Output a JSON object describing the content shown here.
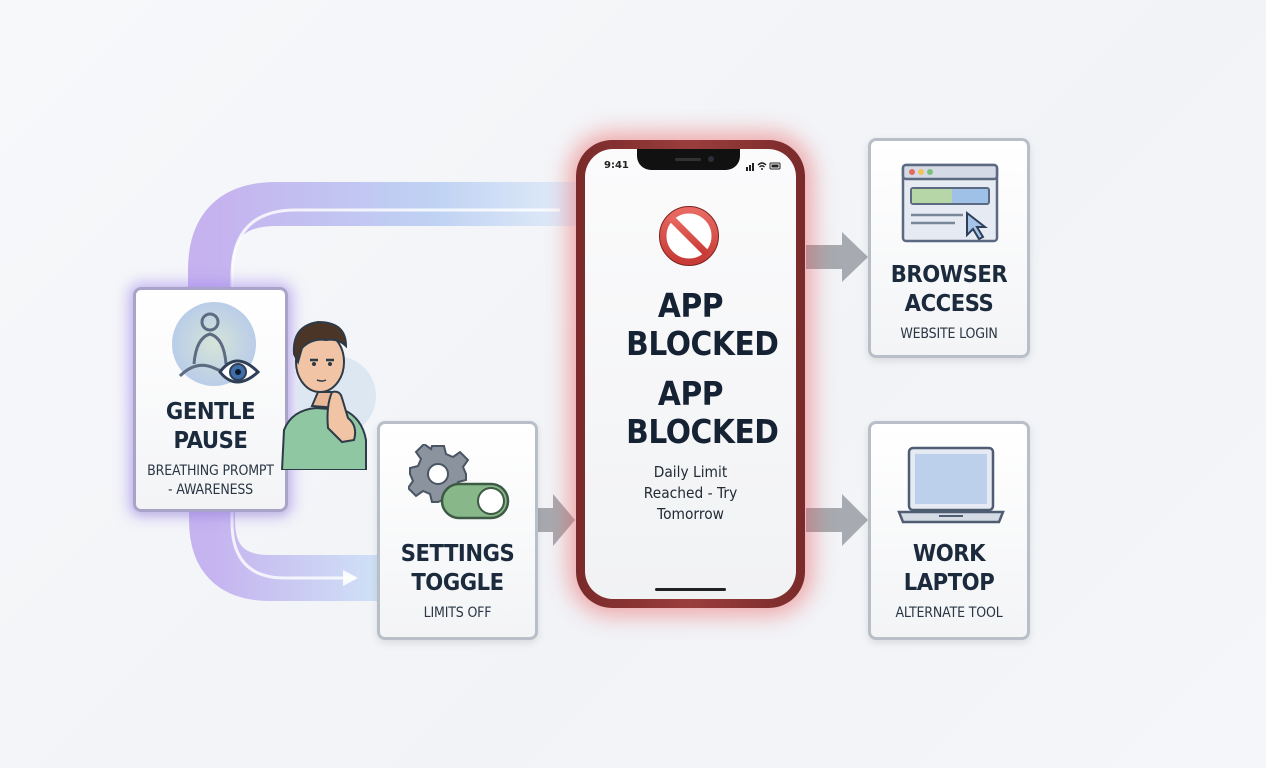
{
  "phone": {
    "status_time": "9:41",
    "title_1": "APP BLOCKED",
    "title_2": "APP BLOCKED",
    "message": "Daily Limit Reached - Try Tomorrow",
    "block_icon": "prohibited-icon",
    "glow_color": "#e85050"
  },
  "nodes": {
    "pause": {
      "title": "GENTLE PAUSE",
      "subtitle": "BREATHING PROMPT - AWARENESS",
      "icon": "meditation-eye-icon",
      "glow_color": "#a58cf0"
    },
    "settings": {
      "title": "SETTINGS TOGGLE",
      "subtitle": "LIMITS OFF",
      "icon": "gear-toggle-icon"
    },
    "browser": {
      "title": "BROWSER ACCESS",
      "subtitle": "WEBSITE LOGIN",
      "icon": "browser-window-icon"
    },
    "laptop": {
      "title": "WORK LAPTOP",
      "subtitle": "ALTERNATE TOOL",
      "icon": "laptop-icon"
    }
  },
  "person": {
    "icon": "thinking-person-icon"
  },
  "colors": {
    "path_gradient_start": "#c6b2ee",
    "path_gradient_end": "#c2dcf4",
    "arrow": "#a7aab0",
    "accent_green": "#7db07f"
  }
}
